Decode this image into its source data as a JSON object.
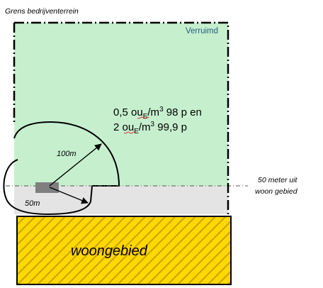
{
  "labels": {
    "boundary": "Grens bedrijventerrein",
    "expanded": "Verruimd",
    "line1_num": "0,5 ou",
    "line1_sub": "E",
    "line1_mid": "/m",
    "line1_sup": "3",
    "line1_end": " 98 p en",
    "line2_num": "2 ou",
    "line2_sub": "E",
    "line2_mid": "/m",
    "line2_sup": "3",
    "line2_end": " 99,9 p",
    "radius_large": "100m",
    "radius_small": "50m",
    "distance_line_1": "50 meter uit",
    "distance_line_2": "woon gebied",
    "residential": "woongebied"
  },
  "colors": {
    "expanded_area": "#c6efce",
    "buffer_zone": "#e4e4e4",
    "residential_fill": "#ffd800",
    "hatch_stroke": "#c8a400",
    "source": "#7f7f7f",
    "text_teal": "#1f5f7a"
  }
}
